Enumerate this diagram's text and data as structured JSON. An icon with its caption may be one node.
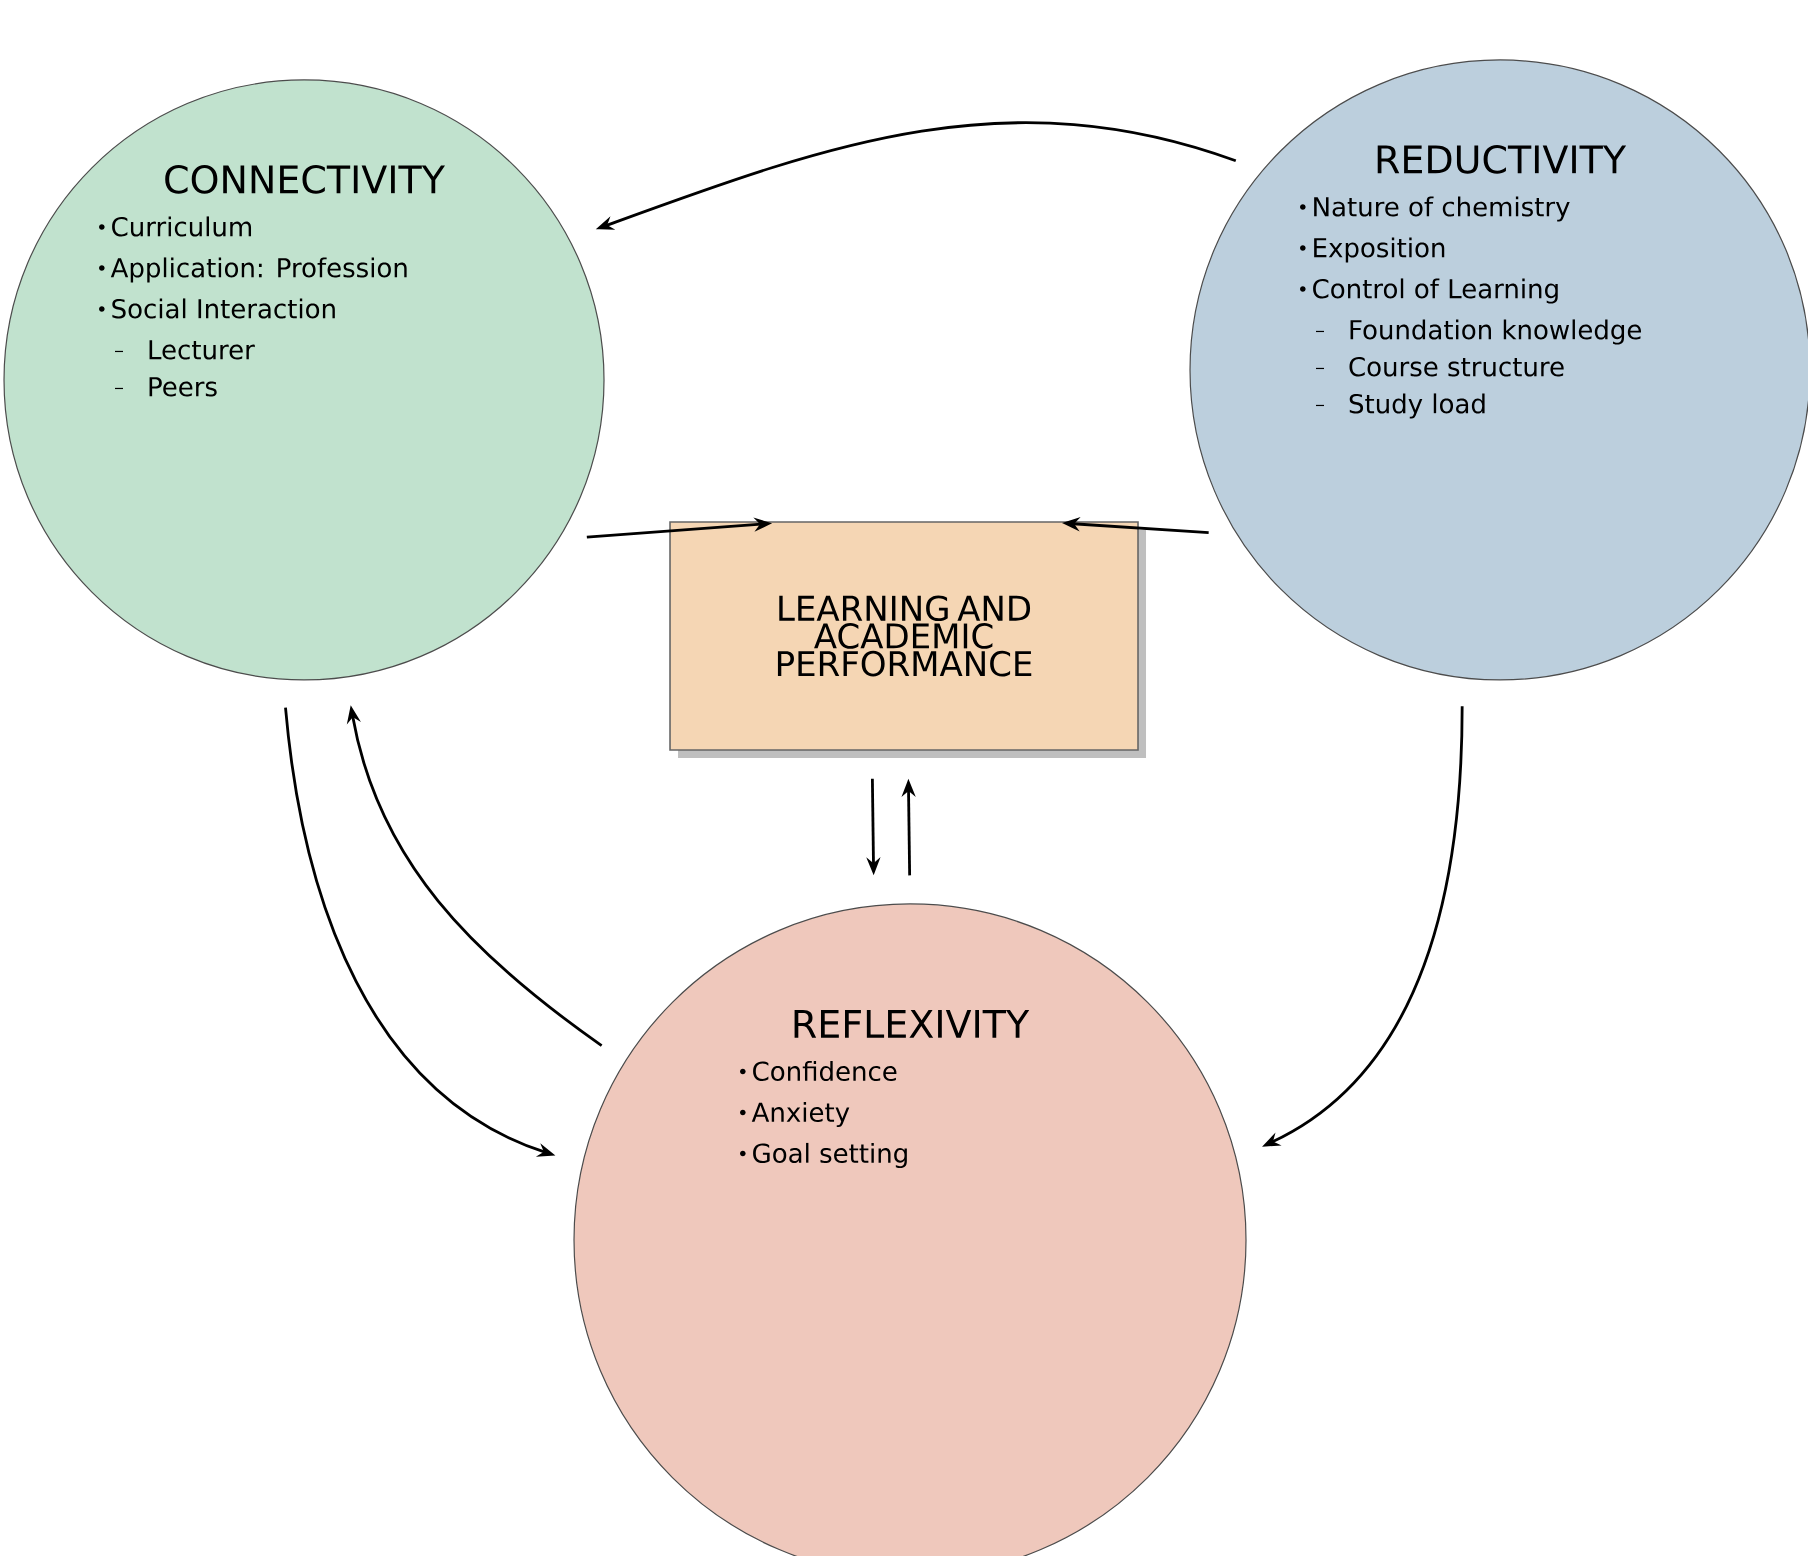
{
  "diagram": {
    "nodes": [
      {
        "text": [
          "CONNECTIVITY",
          "Curriculum",
          "Application: Profession",
          "Social Interaction",
          "Lecturer",
          "Peers"
        ]
      },
      {
        "text": [
          "REDUCTIVITY",
          "Nature of chemistry",
          "Exposition",
          "Control of Learning",
          "Foundation knowledge",
          "Course structure",
          "Study load"
        ]
      },
      {
        "text": [
          "LEARNING AND ACADEMIC PERFORMANCE"
        ]
      },
      {
        "text": [
          "REFLEXIVITY",
          "Confidence",
          "Anxiety",
          "Goal setting"
        ]
      }
    ],
    "edges": [
      {
        "from": 1,
        "to": 0,
        "arrow": "to"
      },
      {
        "from": 0,
        "to": 2,
        "arrow": "to"
      },
      {
        "from": 1,
        "to": 2,
        "arrow": "to"
      },
      {
        "from": 2,
        "to": 3,
        "arrow": "to"
      },
      {
        "from": 3,
        "to": 2,
        "arrow": "to"
      },
      {
        "from": 0,
        "to": 3,
        "arrow": "to"
      },
      {
        "from": 3,
        "to": 0,
        "arrow": "to"
      },
      {
        "from": 1,
        "to": 3,
        "arrow": "to"
      }
    ]
  }
}
